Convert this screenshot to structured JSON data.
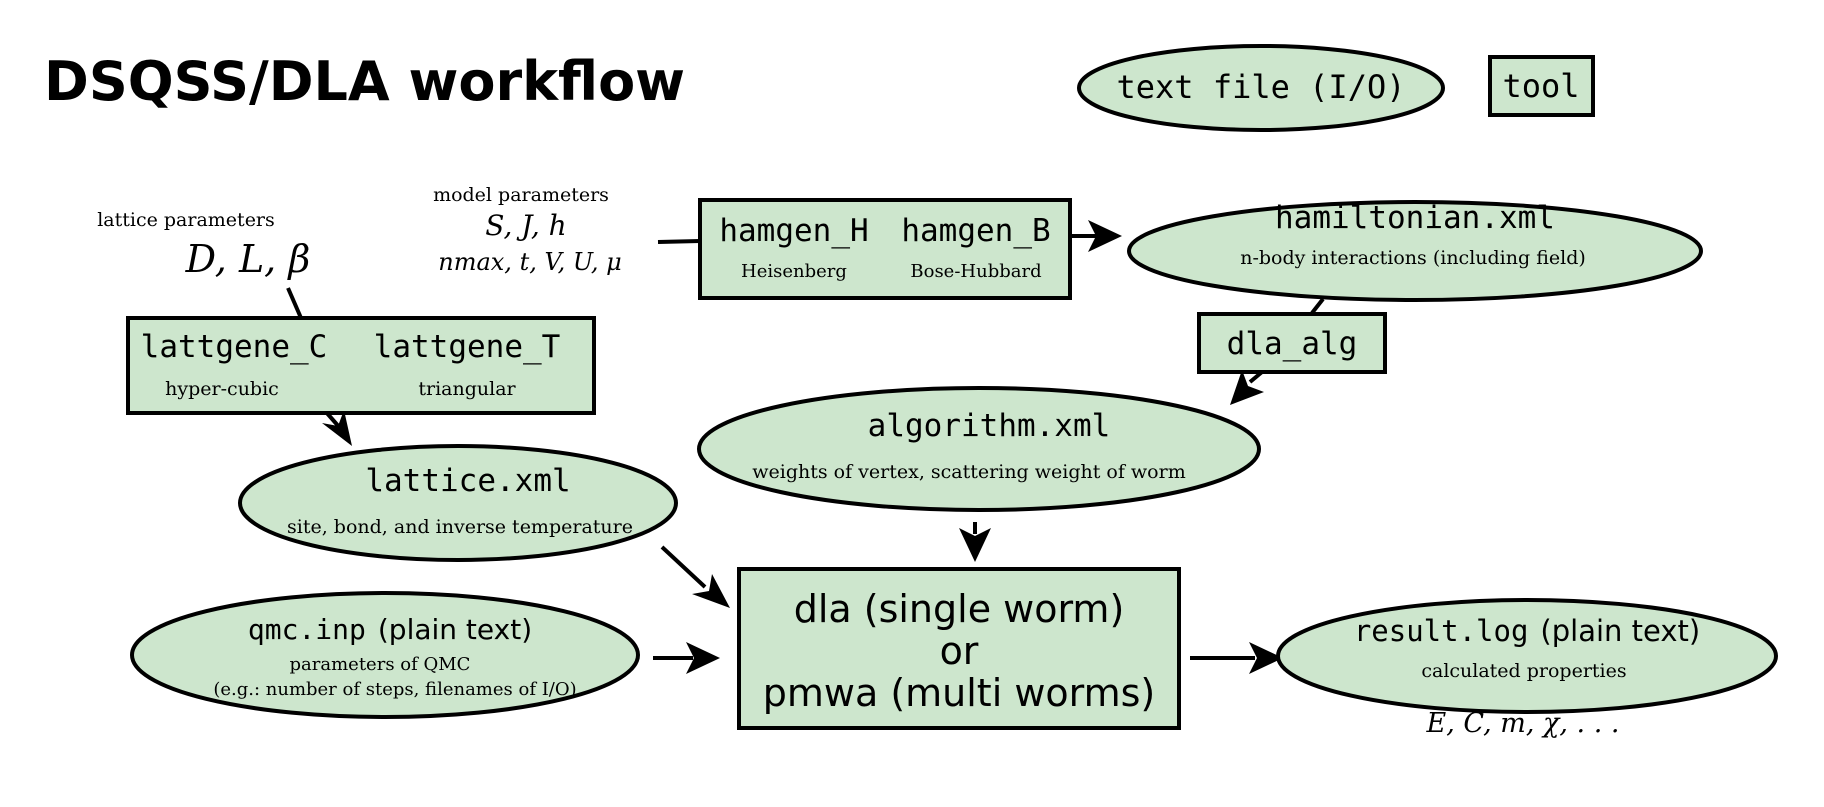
{
  "title": "DSQSS/DLA workflow",
  "legend": {
    "file": "text file (I/O)",
    "tool": "tool"
  },
  "params": {
    "lattice_label": "lattice parameters",
    "lattice_math": "D, L, β",
    "model_label": "model parameters",
    "model_math_1": "S, J, h",
    "model_math_2": "nmax, t, V, U, μ"
  },
  "tools": {
    "hamgen_H": "hamgen_H",
    "hamgen_H_desc": "Heisenberg",
    "hamgen_B": "hamgen_B",
    "hamgen_B_desc": "Bose-Hubbard",
    "lattgene_C": "lattgene_C",
    "lattgene_C_desc": "hyper-cubic",
    "lattgene_T": "lattgene_T",
    "lattgene_T_desc": "triangular",
    "dla_alg": "dla_alg",
    "main_line1": "dla (single worm)",
    "main_line2": "or",
    "main_line3": "pmwa (multi worms)"
  },
  "files": {
    "hamiltonian": "hamiltonian.xml",
    "hamiltonian_desc": "n-body interactions (including field)",
    "algorithm": "algorithm.xml",
    "algorithm_desc": "weights of vertex, scattering weight of worm",
    "lattice": "lattice.xml",
    "lattice_desc": "site, bond, and inverse temperature",
    "qmc_name": "qmc.inp",
    "qmc_suffix": "(plain text)",
    "qmc_desc1": "parameters of QMC",
    "qmc_desc2": "(e.g.: number of steps, filenames of I/O)",
    "result_name": "result.log",
    "result_suffix": "(plain text)",
    "result_desc": "calculated properties",
    "result_math": "E, C, m, χ, . . ."
  }
}
